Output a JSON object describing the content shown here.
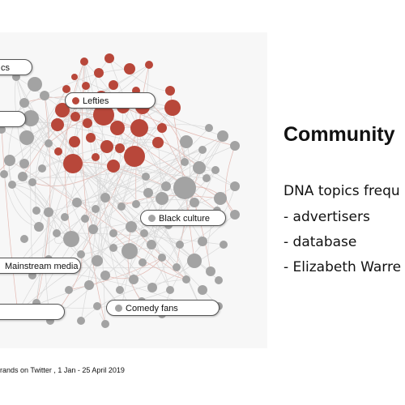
{
  "slide": {
    "title": "Community",
    "description": "DNA topics frequ",
    "bullets": [
      "- advertisers",
      "- database",
      "- Elizabeth Warre"
    ],
    "caption": "rands on Twitter , 1 Jan - 25 April 2019"
  },
  "graph": {
    "labels": {
      "top_left": "cs",
      "lefties": "Lefties",
      "black_culture": "Black culture",
      "mainstream_media": "Mainstream media",
      "comedy_fans": "Comedy fans"
    },
    "colors": {
      "lefties_node": "#b8473a",
      "other_node": "#a3a3a3",
      "edge": "#d9d9d9",
      "panel": "#f7f7f7"
    }
  }
}
